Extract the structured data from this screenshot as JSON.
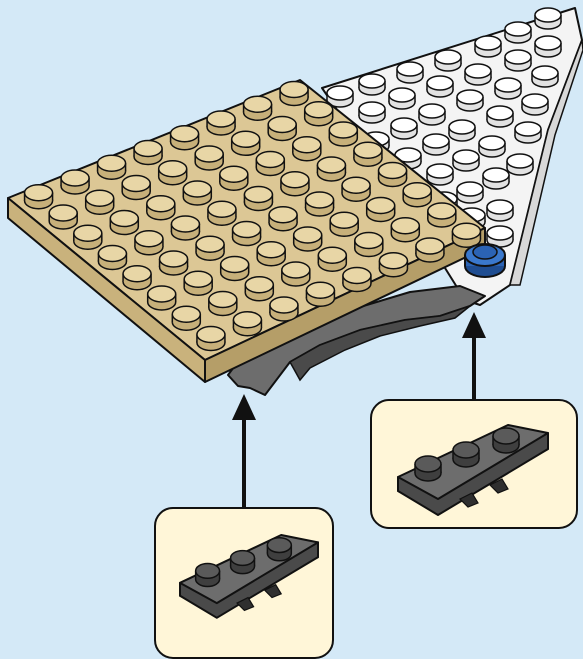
{
  "scene": {
    "kind": "lego-building-instruction-step",
    "background_color": "#d4e9f7",
    "callout_fill": "#fff6d8",
    "colors": {
      "tan_plate": "#dcc795",
      "tan_plate_edge": "#c2ab72",
      "white_wedge": "#f4f4f4",
      "dark_gray_wedge": "#6d6d6d",
      "dark_gray_wedge_side": "#4a4a4a",
      "blue_round_plate": "#2b63b4",
      "outline": "#111111"
    },
    "parts": [
      {
        "name": "tan-8x8-plate",
        "color": "tan",
        "studs": "8x8"
      },
      {
        "name": "white-wing-plate",
        "color": "white"
      },
      {
        "name": "blue-1x1-round-plate",
        "color": "blue",
        "count": 1
      },
      {
        "name": "dark-gray-wedge-plate-left",
        "color": "dark gray",
        "studs": 3
      },
      {
        "name": "dark-gray-wedge-plate-right",
        "color": "dark gray",
        "studs": 3
      }
    ],
    "callouts": [
      {
        "name": "callout-left",
        "part": "dark-gray-wedge-plate-left",
        "arrow": "up"
      },
      {
        "name": "callout-right",
        "part": "dark-gray-wedge-plate-right",
        "arrow": "up"
      }
    ]
  }
}
